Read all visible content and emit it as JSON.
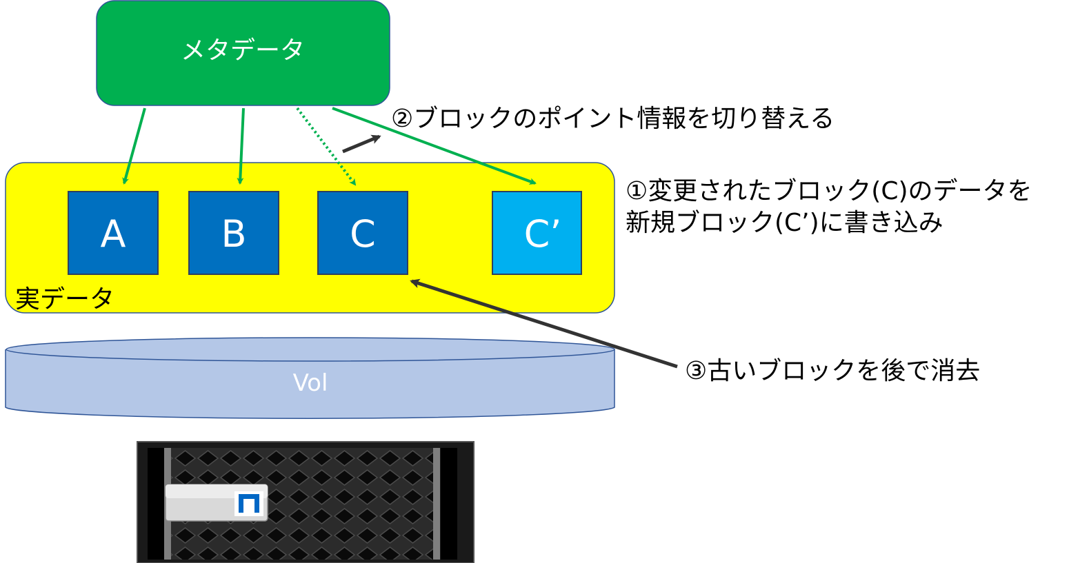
{
  "metadata_box": {
    "label": "メタデータ",
    "color": "#00b050"
  },
  "actual_data_area": {
    "label": "実データ",
    "color": "#ffff00"
  },
  "blocks": [
    {
      "label": "A",
      "color": "#0070c0"
    },
    {
      "label": "B",
      "color": "#0070c0"
    },
    {
      "label": "C",
      "color": "#0070c0"
    },
    {
      "label": "C’",
      "color": "#00b0f0"
    }
  ],
  "volume": {
    "label": "Vol",
    "color": "#b4c7e7"
  },
  "annotations": {
    "step1_line1": "①変更されたブロック(C)のデータを",
    "step1_line2": "新規ブロック(C’)に書き込み",
    "step2": "②ブロックのポイント情報を切り替える",
    "step3": "③古いブロックを後で消去"
  },
  "storage_device": {
    "logo_icon": "netapp-logo-icon"
  },
  "colors": {
    "pointer_arrow": "#00b050",
    "annotation_arrow": "#333333"
  }
}
